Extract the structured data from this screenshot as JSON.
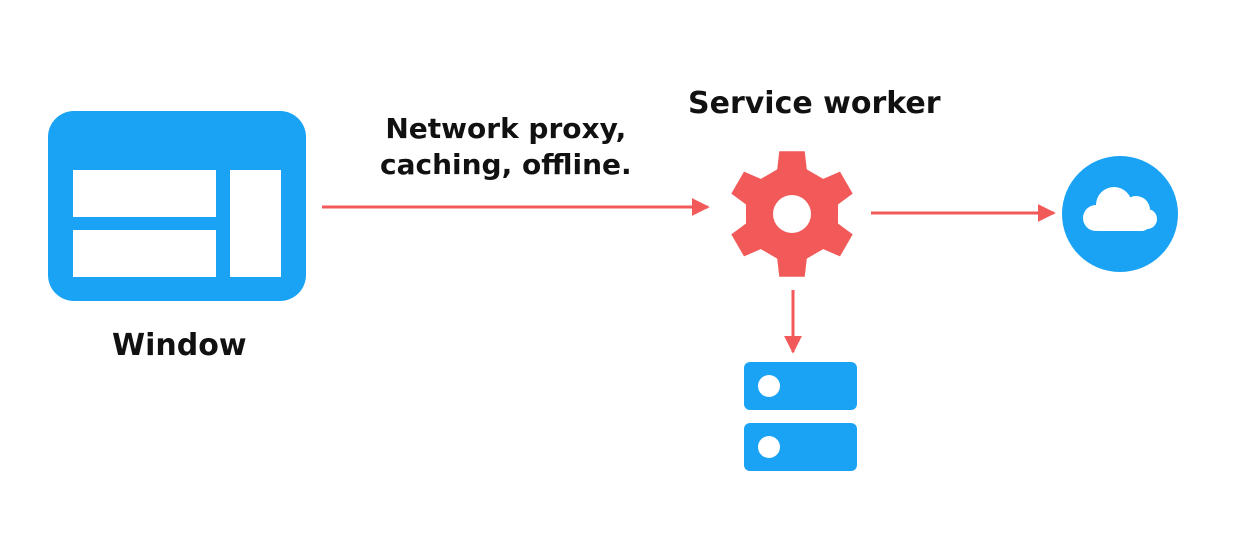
{
  "nodes": {
    "window": {
      "label": "Window",
      "icon": "browser-window-icon"
    },
    "service_worker": {
      "label": "Service worker",
      "icon": "gear-icon"
    },
    "cloud": {
      "icon": "cloud-icon"
    },
    "storage": {
      "icon": "server-storage-icon"
    }
  },
  "edges": {
    "window_to_worker": {
      "label_lines": [
        "Network proxy,",
        "caching, offline."
      ]
    }
  },
  "colors": {
    "blue": "#1aa3f5",
    "red": "#f25a5a",
    "text": "#111111"
  }
}
